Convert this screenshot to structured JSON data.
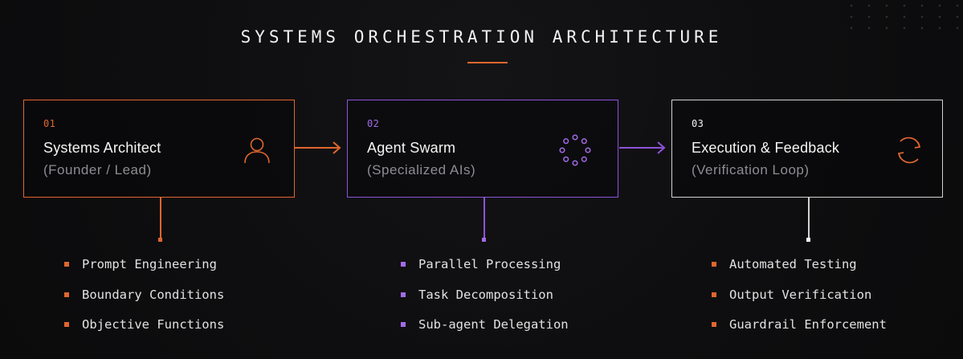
{
  "page": {
    "title": "SYSTEMS ORCHESTRATION ARCHITECTURE",
    "accent_colors": {
      "orange": "#e0662f",
      "purple": "#8e53d8",
      "light": "#d2d2d2",
      "background": "#0f0f10"
    }
  },
  "steps": [
    {
      "number": "01",
      "title": "Systems Architect",
      "subtitle": "(Founder / Lead)",
      "icon": "user-icon",
      "accent": "#e0662f",
      "bullets": [
        "Prompt Engineering",
        "Boundary Conditions",
        "Objective Functions"
      ]
    },
    {
      "number": "02",
      "title": "Agent Swarm",
      "subtitle": "(Specialized AIs)",
      "icon": "dot-ring-icon",
      "accent": "#8e53d8",
      "bullets": [
        "Parallel Processing",
        "Task Decomposition",
        "Sub-agent Delegation"
      ]
    },
    {
      "number": "03",
      "title": "Execution & Feedback",
      "subtitle": "(Verification Loop)",
      "icon": "refresh-cycle-icon",
      "accent": "#d2d2d2",
      "bullets": [
        "Automated Testing",
        "Output Verification",
        "Guardrail Enforcement"
      ]
    }
  ]
}
